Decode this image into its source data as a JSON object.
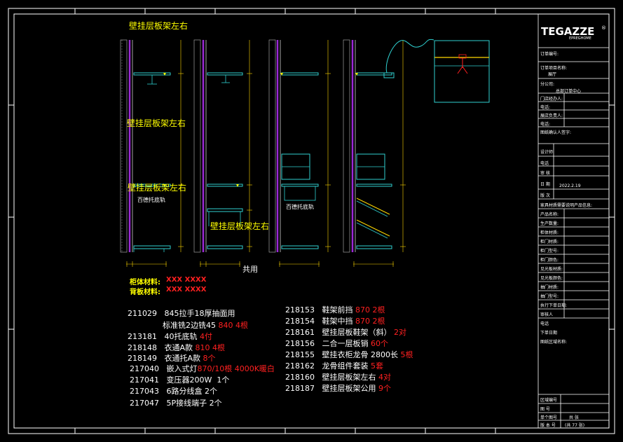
{
  "drawing": {
    "view_labels": [
      "壁挂层板架左右",
      "壁挂层板架左右",
      "壁挂层板架左右",
      "壁挂层板架左右"
    ],
    "rail_labels": [
      "百德托底轨",
      "百德托底轨"
    ],
    "shared_label": "共用",
    "materials": {
      "body_label": "柜体材料:",
      "body_value": "XXX XXXX",
      "back_label": "背板材料:",
      "back_value": "XXX XXXX"
    }
  },
  "parts_left": [
    {
      "code": "211029",
      "name": "845拉手18厚抽面用",
      "spec": "",
      "qty": ""
    },
    {
      "code": "",
      "name": "标准铣2边铣45",
      "spec": "840",
      "qty": "4根"
    },
    {
      "code": "213181",
      "name": "40托底轨",
      "spec": "",
      "qty": "4付"
    },
    {
      "code": "218148",
      "name": "衣通A款",
      "spec": "810",
      "qty": "4根"
    },
    {
      "code": "218149",
      "name": "衣通托A款",
      "spec": "",
      "qty": "8个"
    },
    {
      "code": "217040",
      "name": "嵌入式灯",
      "spec": "870/10根",
      "qty": "4000K暖白"
    },
    {
      "code": "217041",
      "name": "变压器200W",
      "spec": "",
      "qty": "1个"
    },
    {
      "code": "217043",
      "name": "6路分线盒",
      "spec": "",
      "qty": "2个"
    },
    {
      "code": "217047",
      "name": "5P接线端子",
      "spec": "",
      "qty": "2个"
    }
  ],
  "parts_right": [
    {
      "code": "218153",
      "name": "鞋架前挡",
      "spec": "870",
      "qty": "2根"
    },
    {
      "code": "218154",
      "name": "鞋架中挡",
      "spec": "870",
      "qty": "2根"
    },
    {
      "code": "218161",
      "name": "壁挂层板鞋架（斜）",
      "spec": "",
      "qty": "2对"
    },
    {
      "code": "218156",
      "name": "二合一层板销",
      "spec": "",
      "qty": "60个"
    },
    {
      "code": "218155",
      "name": "壁挂衣柜龙骨",
      "spec": "2800长",
      "qty": "5根"
    },
    {
      "code": "218162",
      "name": "龙骨组件套装",
      "spec": "",
      "qty": "5套"
    },
    {
      "code": "218160",
      "name": "壁挂层板架左右",
      "spec": "",
      "qty": "4对"
    },
    {
      "code": "218187",
      "name": "壁挂层板架公用",
      "spec": "",
      "qty": "9个"
    }
  ],
  "title_block": {
    "logo": "TEGAZZE",
    "logo_sub": "EPREGHOME",
    "order_no": "订单编号:",
    "project": "订单项目名称:",
    "project_value": "展厅",
    "branch": "分公司:",
    "branch_value": "总部订单中心",
    "designer": "门店经办人:",
    "phone1": "电话:",
    "owner": "展店负责人:",
    "phone2": "电话:",
    "confirm": "图纸确认人签字:",
    "design": "设计师",
    "phone3": "电话",
    "review": "审 核",
    "date_label": "日 期",
    "date_value": "2022.2.19",
    "version": "版 次",
    "furniture_info": "家具材质需要说明产品信息:",
    "rows": [
      "产品名称:",
      "生产数量:",
      "柜体材质:",
      "柜门材质:",
      "柜门型号:",
      "柜门颜色:",
      "见光板材质:",
      "见光板颜色:",
      "抽门材质:",
      "抽门型号:",
      "执行下单日期:",
      "审核人",
      "电话",
      "下单日期",
      "图纸区域名称:"
    ],
    "bottom_rows": [
      "区域编号",
      "图 号",
      "单个图号",
      "版 本 号"
    ],
    "drawing_no_val": "共 张",
    "page_val": "(共 77 张)"
  },
  "colors": {
    "background": "#000000",
    "frame": "#ffffff",
    "wall": "#9b2ad6",
    "shelf": "#2fd0d0",
    "dimension": "#ffd800",
    "label_yellow": "#ffff00",
    "label_red": "#ff2020"
  }
}
